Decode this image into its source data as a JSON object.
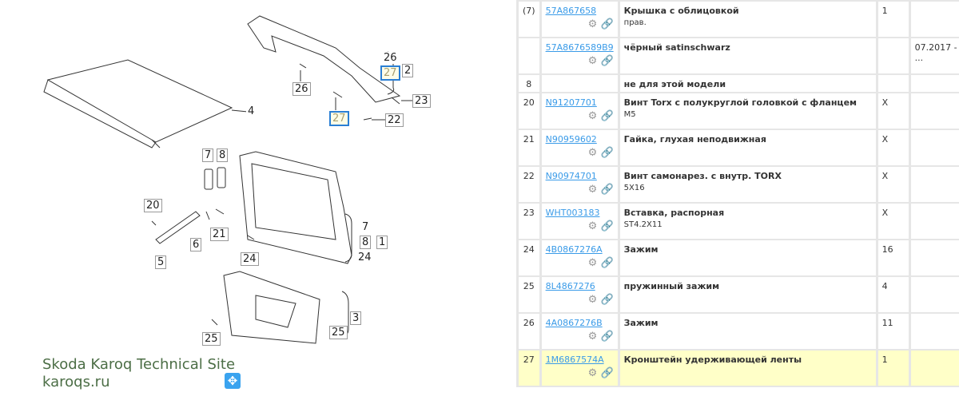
{
  "diagram": {
    "callouts": [
      "26",
      "27",
      "2",
      "26",
      "27",
      "23",
      "22",
      "4",
      "7",
      "8",
      "20",
      "21",
      "6",
      "5",
      "24",
      "7",
      "8",
      "24",
      "1",
      "3",
      "25",
      "25"
    ],
    "watermark_title": "Skoda Karoq Technical Site",
    "watermark_url": "karoqs.ru",
    "move_icon": "✥"
  },
  "table": {
    "rows": [
      {
        "pos": "(7)",
        "part": "57A867658",
        "name": "Крышка с облицовкой",
        "note": "прав.",
        "qty": "1",
        "date": ""
      },
      {
        "pos": "",
        "part": "57A8676589B9",
        "name": "чёрный satinschwarz",
        "note": "",
        "qty": "",
        "date": "07.2017 -   ..."
      },
      {
        "pos": "8",
        "part": "",
        "name": "не для этой модели",
        "note": "",
        "qty": "",
        "date": ""
      },
      {
        "pos": "20",
        "part": "N91207701",
        "name": "Винт Torx с полукруглой головкой с фланцем",
        "note": "M5",
        "qty": "X",
        "date": ""
      },
      {
        "pos": "21",
        "part": "N90959602",
        "name": "Гайка, глухая неподвижная",
        "note": "",
        "qty": "X",
        "date": ""
      },
      {
        "pos": "22",
        "part": "N90974701",
        "name": "Винт самонарез. с внутр. TORX",
        "note": "5X16",
        "qty": "X",
        "date": ""
      },
      {
        "pos": "23",
        "part": "WHT003183",
        "name": "Вставка, распорная",
        "note": "ST4.2X11",
        "qty": "X",
        "date": ""
      },
      {
        "pos": "24",
        "part": "4B0867276A",
        "name": "Зажим",
        "note": "",
        "qty": "16",
        "date": ""
      },
      {
        "pos": "25",
        "part": "8L4867276",
        "name": "пружинный зажим",
        "note": "",
        "qty": "4",
        "date": ""
      },
      {
        "pos": "26",
        "part": "4A0867276B",
        "name": "Зажим",
        "note": "",
        "qty": "11",
        "date": ""
      },
      {
        "pos": "27",
        "part": "1M6867574A",
        "name": "Кронштейн удерживающей ленты",
        "note": "",
        "qty": "1",
        "date": ""
      }
    ],
    "highlight_color": "#ffffc8",
    "link_color": "#3a9be8"
  }
}
